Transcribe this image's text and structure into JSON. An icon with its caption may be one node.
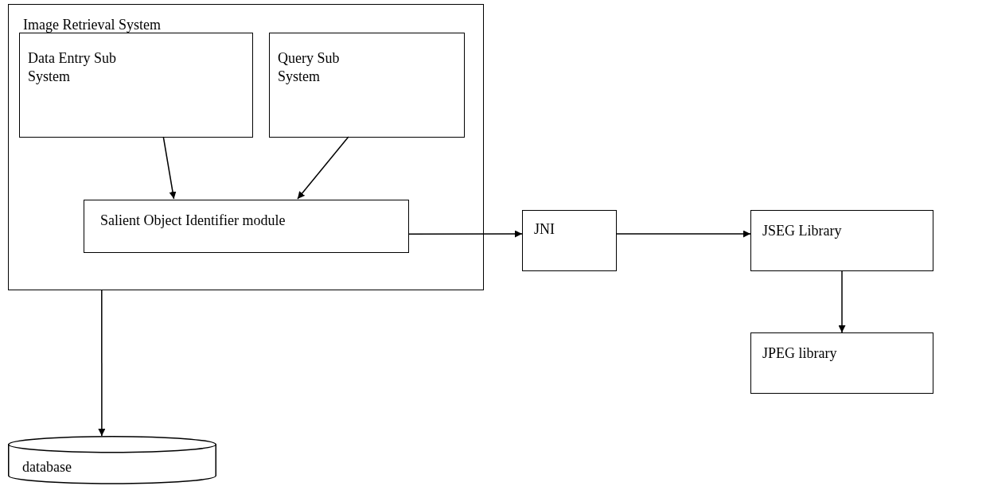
{
  "diagram": {
    "nodes": [
      {
        "text": [
          "Image Retrieval System"
        ]
      },
      {
        "text": [
          "Data Entry Sub System"
        ],
        "in": 0
      },
      {
        "text": [
          "Query Sub System"
        ],
        "in": 0
      },
      {
        "text": [
          "Salient Object Identifier module"
        ],
        "in": 0
      },
      {
        "text": [
          "JNI"
        ]
      },
      {
        "text": [
          "JSEG Library"
        ]
      },
      {
        "text": [
          "JPEG library"
        ]
      },
      {
        "text": [
          "database"
        ]
      }
    ],
    "edges": [
      {
        "from": 1,
        "to": 3,
        "arrow": "to"
      },
      {
        "from": 2,
        "to": 3,
        "arrow": "to"
      },
      {
        "from": 3,
        "to": 4,
        "arrow": "to"
      },
      {
        "from": 4,
        "to": 5,
        "arrow": "to"
      },
      {
        "from": 5,
        "to": 6,
        "arrow": "to"
      },
      {
        "from": 0,
        "to": 7,
        "arrow": "to"
      }
    ]
  }
}
